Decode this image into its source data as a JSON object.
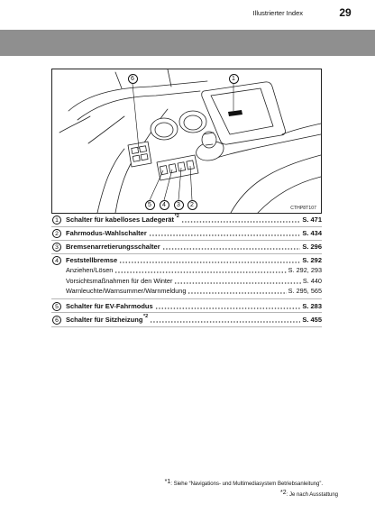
{
  "header": {
    "section_title": "Illustrierter Index",
    "page_number": "29"
  },
  "figure": {
    "caption_code": "CTHP8T107",
    "callouts": [
      "1",
      "2",
      "3",
      "4",
      "5",
      "6"
    ]
  },
  "index_entries": [
    {
      "number": "1",
      "title": "Schalter für kabelloses Ladegerät",
      "note": "*2",
      "page": "S. 471"
    },
    {
      "number": "2",
      "title": "Fahrmodus-Wahlschalter",
      "page": "S. 434"
    },
    {
      "number": "3",
      "title": "Bremsenarretierungsschalter",
      "page": "S. 296"
    },
    {
      "number": "4",
      "title": "Feststellbremse",
      "page": "S. 292",
      "sub_items": [
        {
          "title": "Anziehen/Lösen",
          "page": "S. 292, 293"
        },
        {
          "title": "Vorsichtsmaßnahmen für den Winter",
          "page": "S. 440"
        },
        {
          "title": "Warnleuchte/Warnsummer/Warnmeldung",
          "page": "S. 295, 565"
        }
      ]
    },
    {
      "number": "5",
      "title": "Schalter für EV-Fahrmodus",
      "page": "S. 283"
    },
    {
      "number": "6",
      "title": "Schalter für Sitzheizung",
      "note": "*2",
      "page": "S. 455"
    }
  ],
  "footnotes": [
    {
      "marker": "*1",
      "text": ": Siehe “Navigations- und Multimediasystem Betriebsanleitung”."
    },
    {
      "marker": "*2",
      "text": ": Je nach Ausstattung"
    }
  ]
}
